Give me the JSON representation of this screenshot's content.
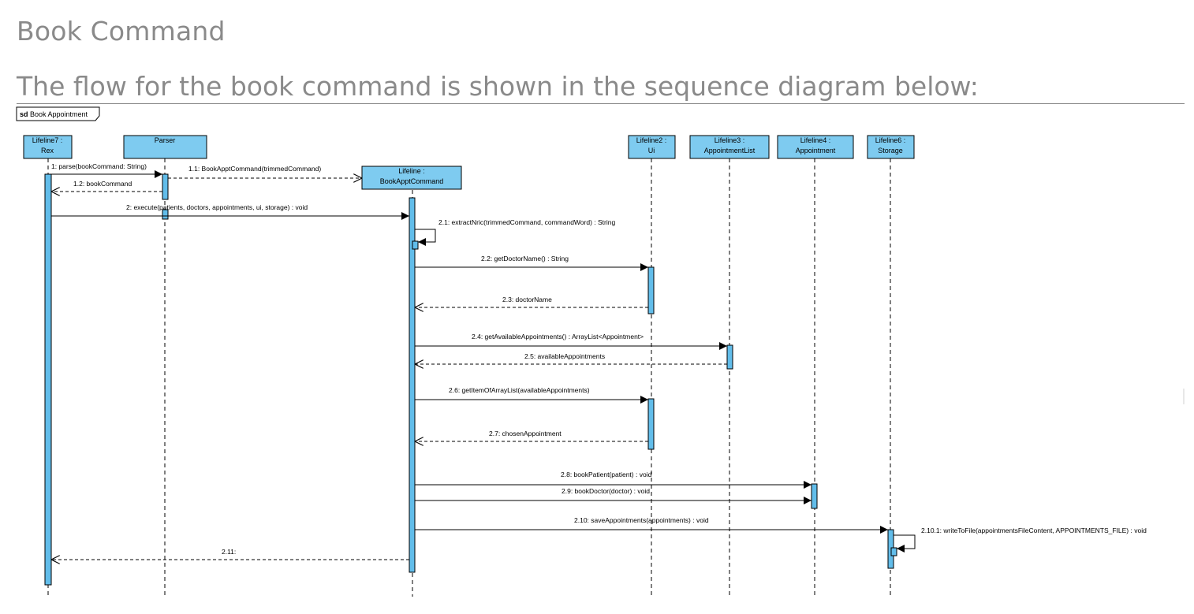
{
  "page": {
    "heading": "Book Command",
    "subheading": "The flow for the book command is shown in the sequence diagram below:"
  },
  "diagram": {
    "frame_label": "Book Appointment",
    "frame_keyword": "sd",
    "lifelines": [
      {
        "id": "rex",
        "lines": [
          "Lifeline7 :",
          "Rex"
        ]
      },
      {
        "id": "parser",
        "lines": [
          "Parser"
        ]
      },
      {
        "id": "bookapptcommand",
        "lines": [
          "Lifeline :",
          "BookApptCommand"
        ]
      },
      {
        "id": "ui",
        "lines": [
          "Lifeline2 :",
          "Ui"
        ]
      },
      {
        "id": "appointmentlist",
        "lines": [
          "Lifeline3 :",
          "AppointmentList"
        ]
      },
      {
        "id": "appointment",
        "lines": [
          "Lifeline4 :",
          "Appointment"
        ]
      },
      {
        "id": "storage",
        "lines": [
          "Lifeline6 :",
          "Storage"
        ]
      }
    ],
    "messages": [
      {
        "id": "m1",
        "label": "1: parse(bookCommand: String)",
        "type": "sync"
      },
      {
        "id": "m1_1",
        "label": "1.1: BookApptCommand(trimmedCommand)",
        "type": "create"
      },
      {
        "id": "m1_2",
        "label": "1.2: bookCommand",
        "type": "return"
      },
      {
        "id": "m2",
        "label": "2: execute(patients, doctors, appointments, ui, storage) : void",
        "type": "sync"
      },
      {
        "id": "m2_1",
        "label": "2.1: extractNric(trimmedCommand, commandWord) : String",
        "type": "self"
      },
      {
        "id": "m2_2",
        "label": "2.2: getDoctorName() : String",
        "type": "sync"
      },
      {
        "id": "m2_3",
        "label": "2.3: doctorName",
        "type": "return"
      },
      {
        "id": "m2_4",
        "label": "2.4: getAvailableAppointments() : ArrayList<Appointment>",
        "type": "sync"
      },
      {
        "id": "m2_5",
        "label": "2.5: availableAppointments",
        "type": "return"
      },
      {
        "id": "m2_6",
        "label": "2.6: getItemOfArrayList(availableAppointments)",
        "type": "sync"
      },
      {
        "id": "m2_7",
        "label": "2.7: chosenAppointment",
        "type": "return"
      },
      {
        "id": "m2_8",
        "label": "2.8: bookPatient(patient) : void",
        "type": "sync"
      },
      {
        "id": "m2_9",
        "label": "2.9: bookDoctor(doctor) : void",
        "type": "sync"
      },
      {
        "id": "m2_10",
        "label": "2.10: saveAppointments(appointments) : void",
        "type": "sync"
      },
      {
        "id": "m2_10_1",
        "label": "2.10.1: writeToFile(appointmentsFileContent, APPOINTMENTS_FILE) : void",
        "type": "self"
      },
      {
        "id": "m2_11",
        "label": "2.11:",
        "type": "return"
      }
    ],
    "colors": {
      "lifeline_fill": "#7ecbf0",
      "activation_fill": "#62bdea",
      "line": "#000000",
      "heading_text": "#8a8a8a"
    }
  }
}
